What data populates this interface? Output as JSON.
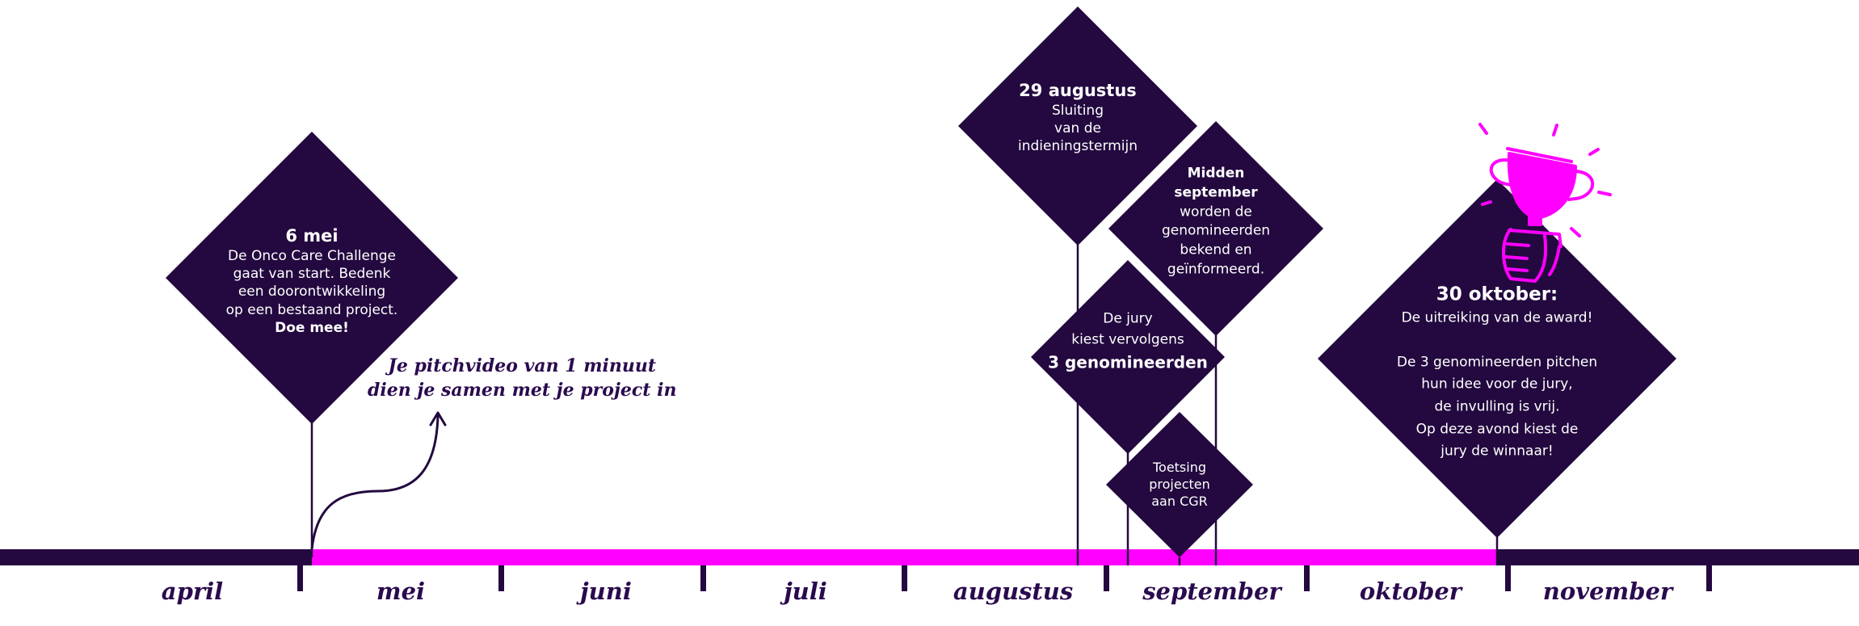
{
  "colors": {
    "dark": "#23093f",
    "magenta": "#ff00ff",
    "text": "#ffffff",
    "month_text": "#2a0a4e"
  },
  "months": [
    "april",
    "mei",
    "juni",
    "juli",
    "augustus",
    "september",
    "oktober",
    "november"
  ],
  "events": {
    "may": {
      "title": "6 mei",
      "body": "De Onco Care Challenge\ngaat van start. Bedenk\neen doorontwikkeling\nop een bestaand project.",
      "bold": "Doe mee!"
    },
    "aug29": {
      "title": "29 augustus",
      "body": "Sluiting\nvan de\nindieningstermijn"
    },
    "mid_sept": {
      "title": "Midden\nseptember",
      "body": "worden de\ngenomineerden\nbekend en\ngeïnformeerd."
    },
    "jury": {
      "body": "De jury\nkiest vervolgens",
      "bold": "3 genomineerden"
    },
    "toetsing": {
      "body": "Toetsing\nprojecten\naan CGR"
    },
    "oct30": {
      "title": "30 oktober:",
      "body": "De uitreiking van de award!",
      "body2": "De 3 genomineerden pitchen\nhun idee voor de jury,\nde invulling is vrij.\nOp deze avond kiest de\njury de winnaar!"
    }
  },
  "note": "Je pitchvideo van 1 minuut\ndien je samen met je project in",
  "icons": [
    "trophy-icon",
    "curved-arrow-icon"
  ]
}
